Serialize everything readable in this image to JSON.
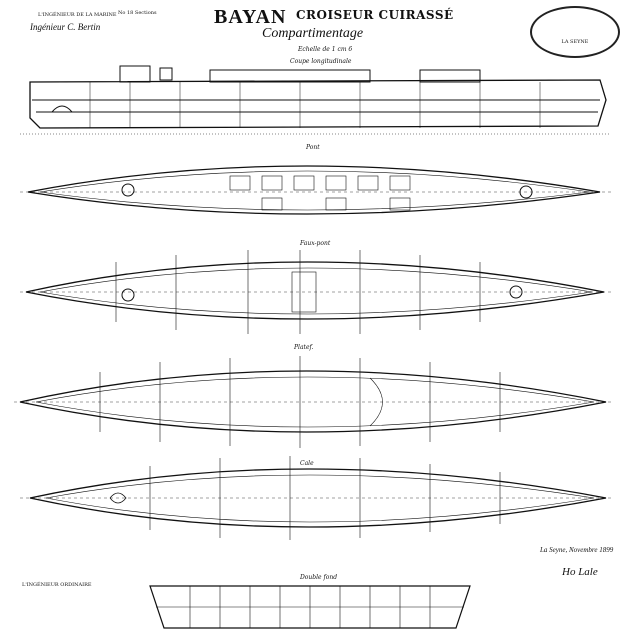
{
  "header": {
    "title": "BAYAN",
    "subtitle": "CROISEUR CUIRASSÉ",
    "drawing_name": "Compartimentage",
    "scale_note": "Echelle de 1 cm 6",
    "top_left_line": "L'INGÉNIEUR DE LA MARINE",
    "engineer_signature": "Ingénieur C. Bertin",
    "top_center_note": "No 18 Sections",
    "stamp_text": [
      "LA SEYNE"
    ]
  },
  "views": {
    "profile_label": "Coupe longitudinale",
    "deck1_label": "Pont",
    "deck2_label": "Faux-pont",
    "deck3_label": "Platef.",
    "deck4_label": "Cale",
    "double_bottom_label": "Double fond"
  },
  "footer": {
    "left_note": "L'INGÉNIEUR ORDINAIRE",
    "date_line": "La Seyne, Novembre 1899",
    "signature_right": "Ho Lale"
  },
  "icons": {
    "stamp": "oval-stamp-icon"
  }
}
